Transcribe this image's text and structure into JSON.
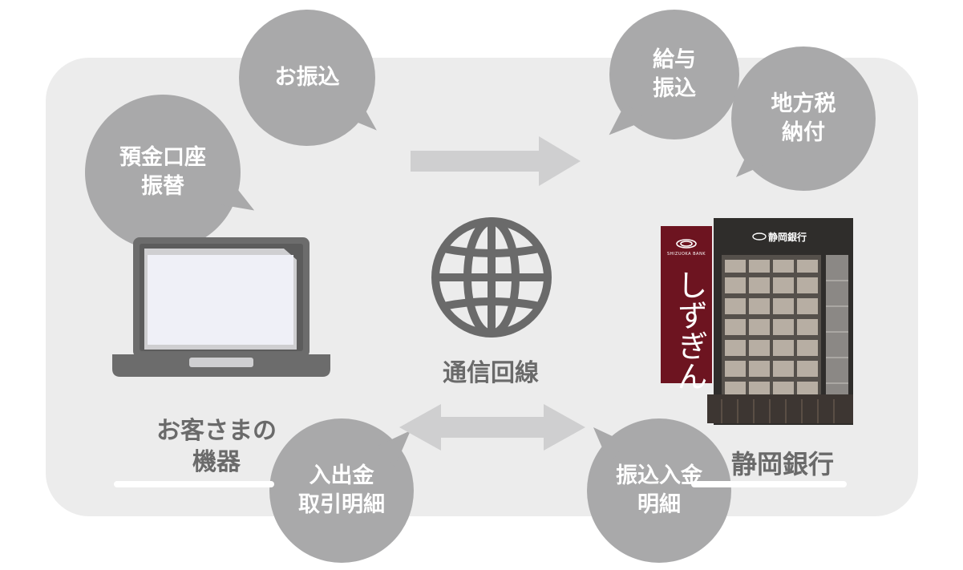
{
  "bubbles": {
    "deposit_transfer": [
      "預金口座",
      "振替"
    ],
    "transfer": [
      "お振込"
    ],
    "salary_transfer": [
      "給与",
      "振込"
    ],
    "local_tax": [
      "地方税",
      "納付"
    ],
    "deposit_withdrawal_statement": [
      "入出金",
      "取引明細"
    ],
    "transfer_deposit_statement": [
      "振込入金",
      "明細"
    ]
  },
  "labels": {
    "customer_device": [
      "お客さまの",
      "機器"
    ],
    "network": "通信回線",
    "bank": "静岡銀行"
  },
  "building": {
    "sign_text": "しずぎん",
    "rooftop_sign": "静岡銀行",
    "sign_logo_caption": "SHIZUOKA BANK"
  },
  "colors": {
    "panel": "#ececec",
    "bubble": "#a9a9aa",
    "arrow": "#cfcfd0",
    "text_gray": "#6a6a6a",
    "bank_sign": "#6d1420"
  }
}
